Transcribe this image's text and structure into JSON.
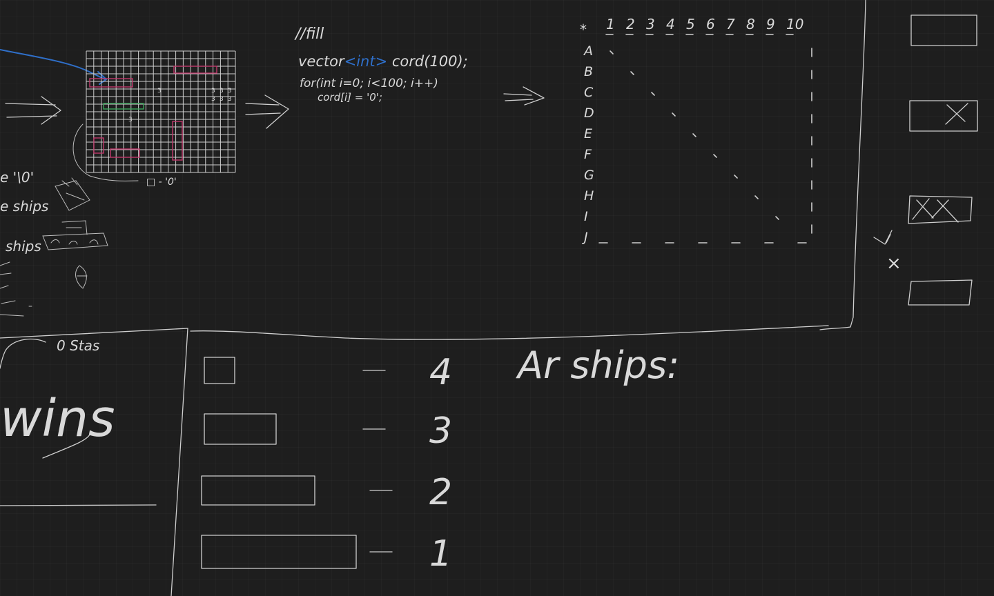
{
  "canvas": {
    "background": "#1e1e1e",
    "ink": "#d9d9d9",
    "accent_blue": "#2f6fc9",
    "accent_red": "#c0396b",
    "accent_green": "#3aa45a"
  },
  "left_notes": {
    "zero_note": "e '\\0'",
    "ships_note_1": "e ships",
    "ships_note_2": "ships"
  },
  "small_grid": {
    "numbers": [
      "3",
      "3",
      "3",
      "3",
      "3",
      "3",
      "3",
      "3"
    ],
    "legend": "□ - '0'"
  },
  "code": {
    "comment": "//fill",
    "line1_prefix": "vector",
    "line1_template": "<int>",
    "line1_suffix": " cord(100);",
    "line2": "for(int i=0; i<100; i++)",
    "line3": "cord[i] = '0';"
  },
  "big_grid": {
    "corner": "*",
    "columns": [
      "1",
      "2",
      "3",
      "4",
      "5",
      "6",
      "7",
      "8",
      "9",
      "10"
    ],
    "rows": [
      "A",
      "B",
      "C",
      "D",
      "E",
      "F",
      "G",
      "H",
      "I",
      "J"
    ]
  },
  "side_buttons": [
    {
      "name": "empty-cell-button"
    },
    {
      "name": "hit-cell-button"
    },
    {
      "name": "sunk-cell-button"
    },
    {
      "name": "blank-cell-button"
    }
  ],
  "side_marks": {
    "cross": "×"
  },
  "bottom_left": {
    "stats": "0 Stas",
    "wins": "wins"
  },
  "fleet": {
    "title": "Ar ships:",
    "rows": [
      {
        "size": 1,
        "count": "4"
      },
      {
        "size": 2,
        "count": "3"
      },
      {
        "size": 3,
        "count": "2"
      },
      {
        "size": 4,
        "count": "1"
      }
    ]
  }
}
